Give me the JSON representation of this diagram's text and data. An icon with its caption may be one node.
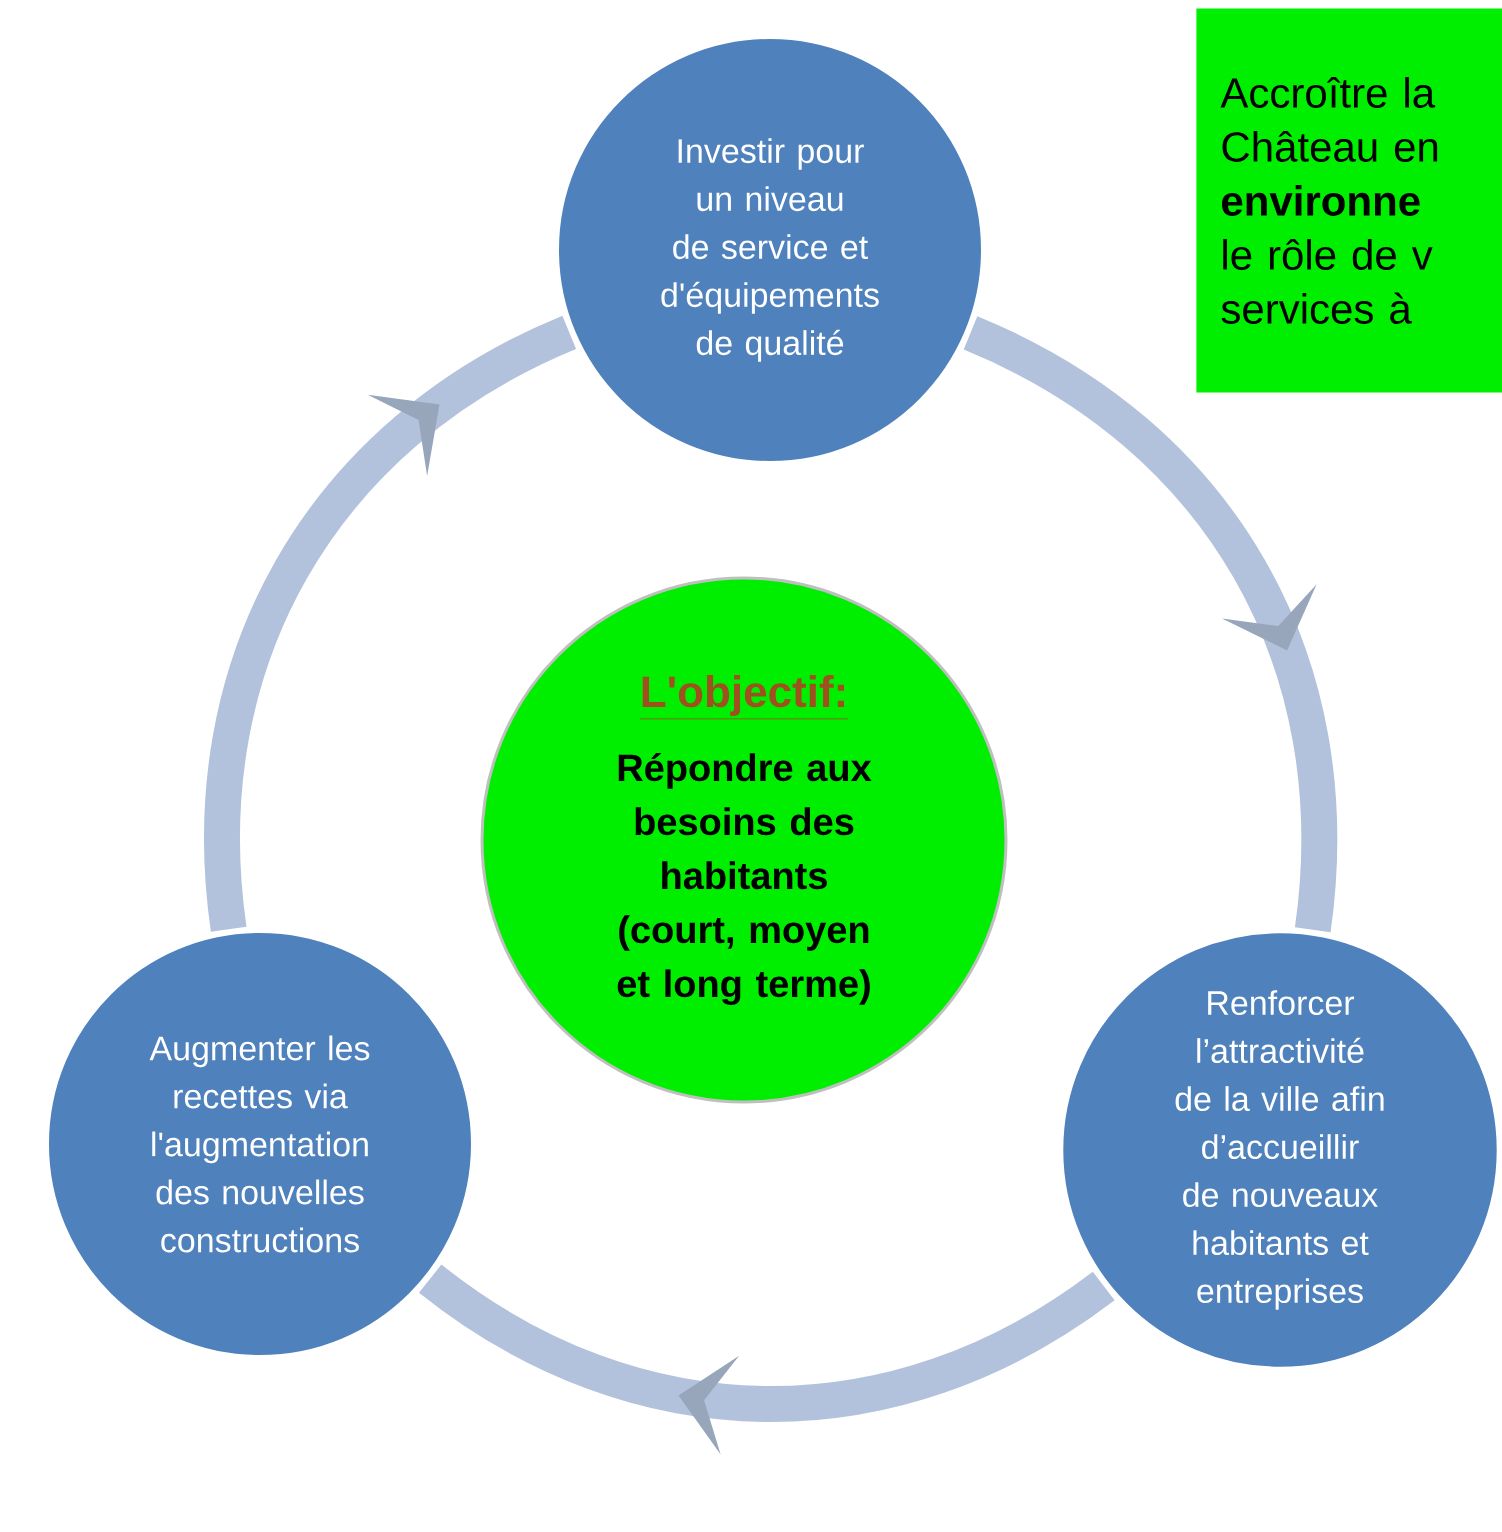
{
  "diagram": {
    "nodes": [
      {
        "text": [
          "Investir pour un niveau de service et d'équipements de qualité"
        ]
      },
      {
        "text": [
          "Accroître la Château en **environne** le rôle de v services à"
        ]
      },
      {
        "text": [
          "L'objectif:",
          "Répondre aux besoins des habitants (court, moyen et long terme)"
        ]
      },
      {
        "text": [
          "Augmenter les recettes via l'augmentation des nouvelles constructions"
        ]
      },
      {
        "text": [
          "Renforcer l’attractivité de la ville afin d’accueillir de nouveaux habitants et entreprises"
        ]
      }
    ],
    "edges": [
      {
        "from": 0,
        "to": 4,
        "arrow": "to"
      },
      {
        "from": 4,
        "to": 3,
        "arrow": "to"
      },
      {
        "from": 3,
        "to": 0,
        "arrow": "to"
      }
    ]
  }
}
